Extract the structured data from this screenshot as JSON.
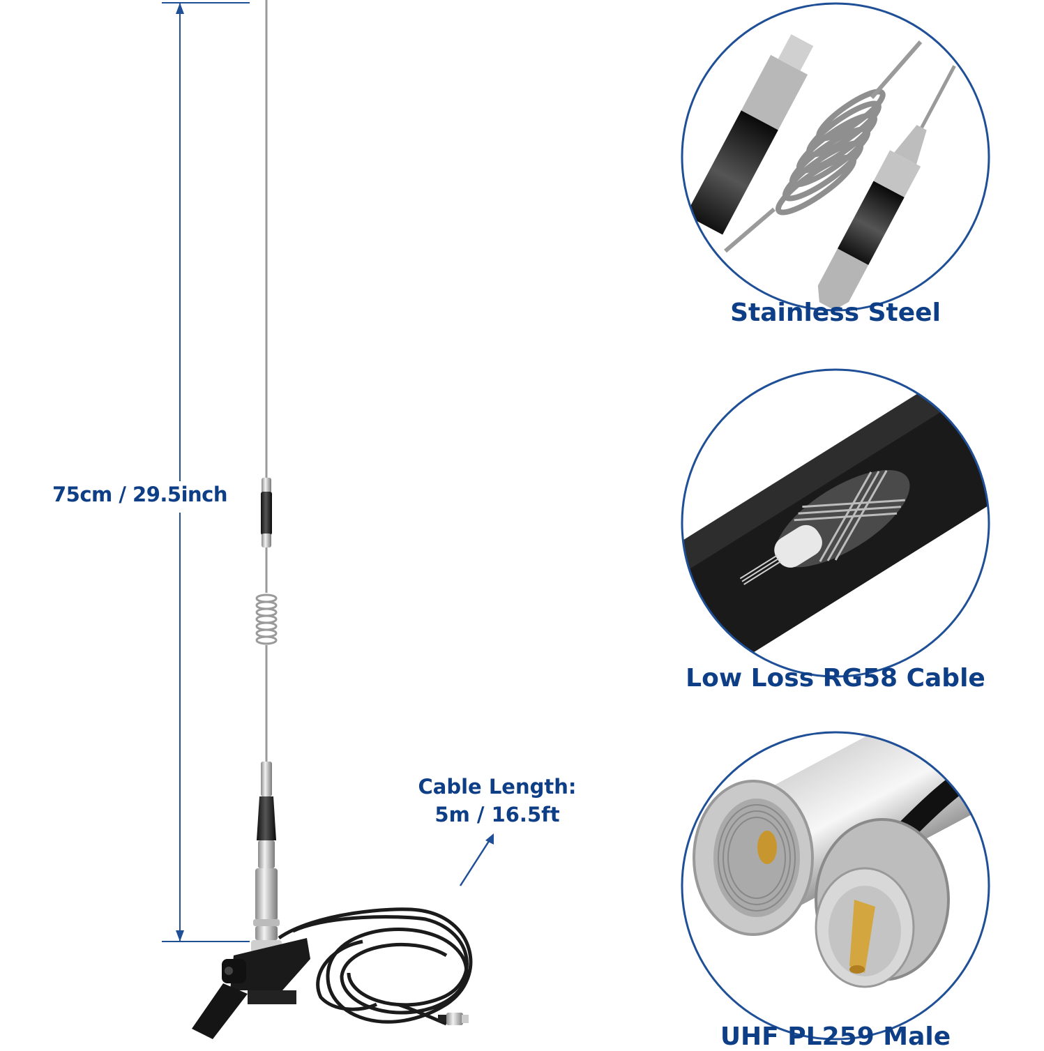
{
  "dimension_label": "75cm / 29.5inch",
  "cable_length": {
    "line1": "Cable Length:",
    "line2": "5m / 16.5ft"
  },
  "callouts": [
    {
      "label": "Stainless Steel"
    },
    {
      "label": "Low Loss RG58 Cable"
    },
    {
      "label": "UHF PL259 Male"
    }
  ],
  "colors": {
    "accent": "#0d3e86",
    "circle_border": "#1f4f96"
  }
}
